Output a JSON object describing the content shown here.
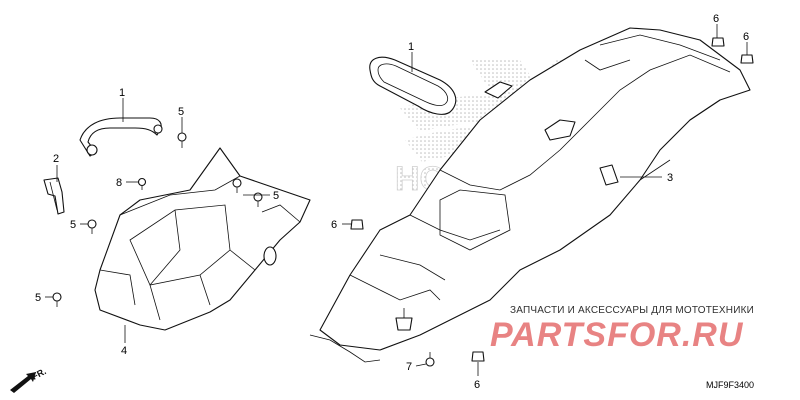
{
  "diagram": {
    "callouts": [
      {
        "id": "c1a",
        "label": "1"
      },
      {
        "id": "c1b",
        "label": "1"
      },
      {
        "id": "c2",
        "label": "2"
      },
      {
        "id": "c3",
        "label": "3"
      },
      {
        "id": "c4",
        "label": "4"
      },
      {
        "id": "c5a",
        "label": "5"
      },
      {
        "id": "c5b",
        "label": "5"
      },
      {
        "id": "c5c",
        "label": "5"
      },
      {
        "id": "c5d",
        "label": "5"
      },
      {
        "id": "c6a",
        "label": "6"
      },
      {
        "id": "c6b",
        "label": "6"
      },
      {
        "id": "c6c",
        "label": "6"
      },
      {
        "id": "c6d",
        "label": "6"
      },
      {
        "id": "c7",
        "label": "7"
      },
      {
        "id": "c8",
        "label": "8"
      }
    ],
    "direction_label": "FR.",
    "diagram_code": "MJF9F3400"
  },
  "watermark": {
    "tagline": "ЗАПЧАСТИ И АКСЕССУАРЫ ДЛЯ МОТОТЕХНИКИ",
    "brand": "PARTSFOR.RU",
    "background_logo": "HONDA",
    "brand_color": "#e05a5a",
    "logo_color": "#c9c9c9"
  }
}
